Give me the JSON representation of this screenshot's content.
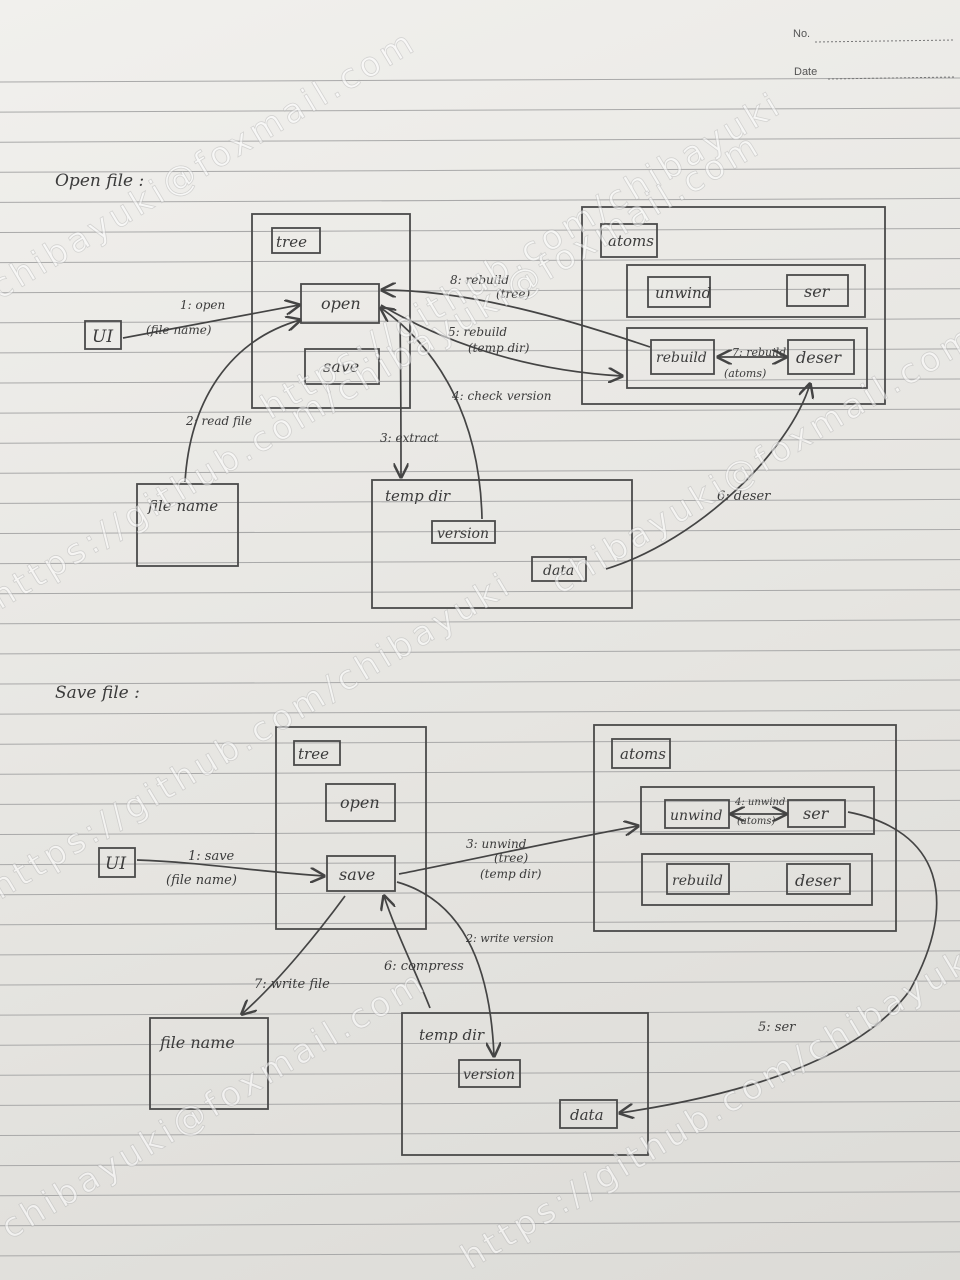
{
  "header": {
    "no_label": "No.",
    "date_label": "Date"
  },
  "open_section": {
    "title": "Open file :",
    "ui": "UI",
    "tree": {
      "label": "tree",
      "open": "open",
      "save": "save"
    },
    "atoms": {
      "label": "atoms",
      "unwind": "unwind",
      "ser": "ser",
      "rebuild": "rebuild",
      "deser": "deser"
    },
    "file_name": "file name",
    "temp_dir": {
      "label": "temp dir",
      "version": "version",
      "data": "data"
    },
    "steps": {
      "s1": "1: open",
      "s1b": "(file name)",
      "s2": "2: read file",
      "s3": "3: extract",
      "s4": "4: check version",
      "s5": "5: rebuild",
      "s5b": "(temp dir)",
      "s6": "6: deser",
      "s7": "7: rebuild",
      "s7b": "(atoms)",
      "s8": "8: rebuild",
      "s8b": "(tree)"
    }
  },
  "save_section": {
    "title": "Save file :",
    "ui": "UI",
    "tree": {
      "label": "tree",
      "open": "open",
      "save": "save"
    },
    "atoms": {
      "label": "atoms",
      "unwind": "unwind",
      "ser": "ser",
      "rebuild": "rebuild",
      "deser": "deser"
    },
    "file_name": "file name",
    "temp_dir": {
      "label": "temp dir",
      "version": "version",
      "data": "data"
    },
    "steps": {
      "s1": "1: save",
      "s1b": "(file name)",
      "s2": "2: write version",
      "s3": "3: unwind",
      "s3b": "(tree)",
      "s3c": "(temp dir)",
      "s4": "4: unwind",
      "s4b": "(atoms)",
      "s5": "5: ser",
      "s6": "6: compress",
      "s7": "7: write file"
    }
  },
  "watermarks": {
    "w1": "chibayuki@foxmail.com",
    "w2": "https://github.com/chibayuki",
    "w3": "https://github.com/chibayuki@foxmail.com",
    "w4": "chibayuki@foxmail.com",
    "w5": "https://github.com/chibayuki",
    "w6": "chibayuki@foxmail.com",
    "w7": "https://github.com/chibayuki"
  }
}
